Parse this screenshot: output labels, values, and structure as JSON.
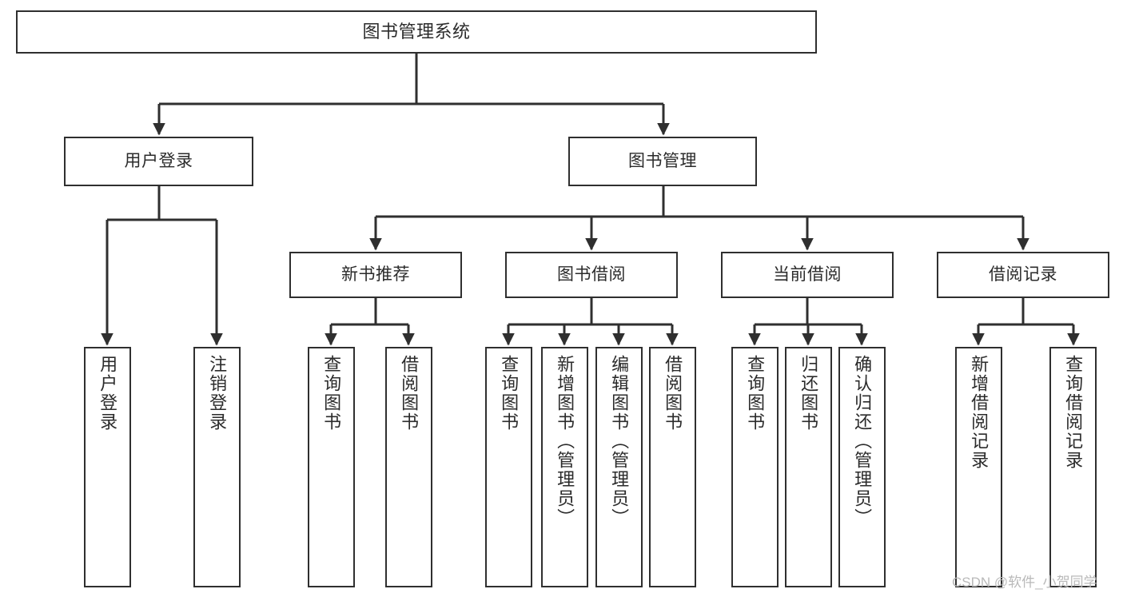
{
  "diagram": {
    "title": "图书管理系统",
    "type": "function-structure-tree",
    "stroke_color": "#2f2f2f",
    "text_color": "#2b2b2b",
    "background_color": "#ffffff",
    "watermark": "CSDN @软件_小贺同学"
  },
  "nodes": {
    "root": {
      "label": "图书管理系统"
    },
    "tier1": [
      {
        "id": "user-login",
        "label": "用户登录"
      },
      {
        "id": "book-manage",
        "label": "图书管理"
      }
    ],
    "tier2": [
      {
        "id": "new-book-recommend",
        "label": "新书推荐"
      },
      {
        "id": "book-borrow",
        "label": "图书借阅"
      },
      {
        "id": "current-borrow",
        "label": "当前借阅"
      },
      {
        "id": "borrow-record",
        "label": "借阅记录"
      }
    ],
    "leaves": {
      "user_login": [
        {
          "id": "leaf-user-login",
          "label": "用户登录"
        },
        {
          "id": "leaf-logout-login",
          "label": "注销登录"
        }
      ],
      "new_book_recommend": [
        {
          "id": "leaf-query-book-1",
          "label": "查询图书"
        },
        {
          "id": "leaf-borrow-book-1",
          "label": "借阅图书"
        }
      ],
      "book_borrow": [
        {
          "id": "leaf-query-book-2",
          "label": "查询图书"
        },
        {
          "id": "leaf-add-book",
          "label": "新增图书（管理员）"
        },
        {
          "id": "leaf-edit-book",
          "label": "编辑图书（管理员）"
        },
        {
          "id": "leaf-borrow-book-2",
          "label": "借阅图书"
        }
      ],
      "current_borrow": [
        {
          "id": "leaf-query-book-3",
          "label": "查询图书"
        },
        {
          "id": "leaf-return-book",
          "label": "归还图书"
        },
        {
          "id": "leaf-confirm-return",
          "label": "确认归还（管理员）"
        }
      ],
      "borrow_record": [
        {
          "id": "leaf-add-record",
          "label": "新增借阅记录"
        },
        {
          "id": "leaf-query-record",
          "label": "查询借阅记录"
        }
      ]
    }
  }
}
